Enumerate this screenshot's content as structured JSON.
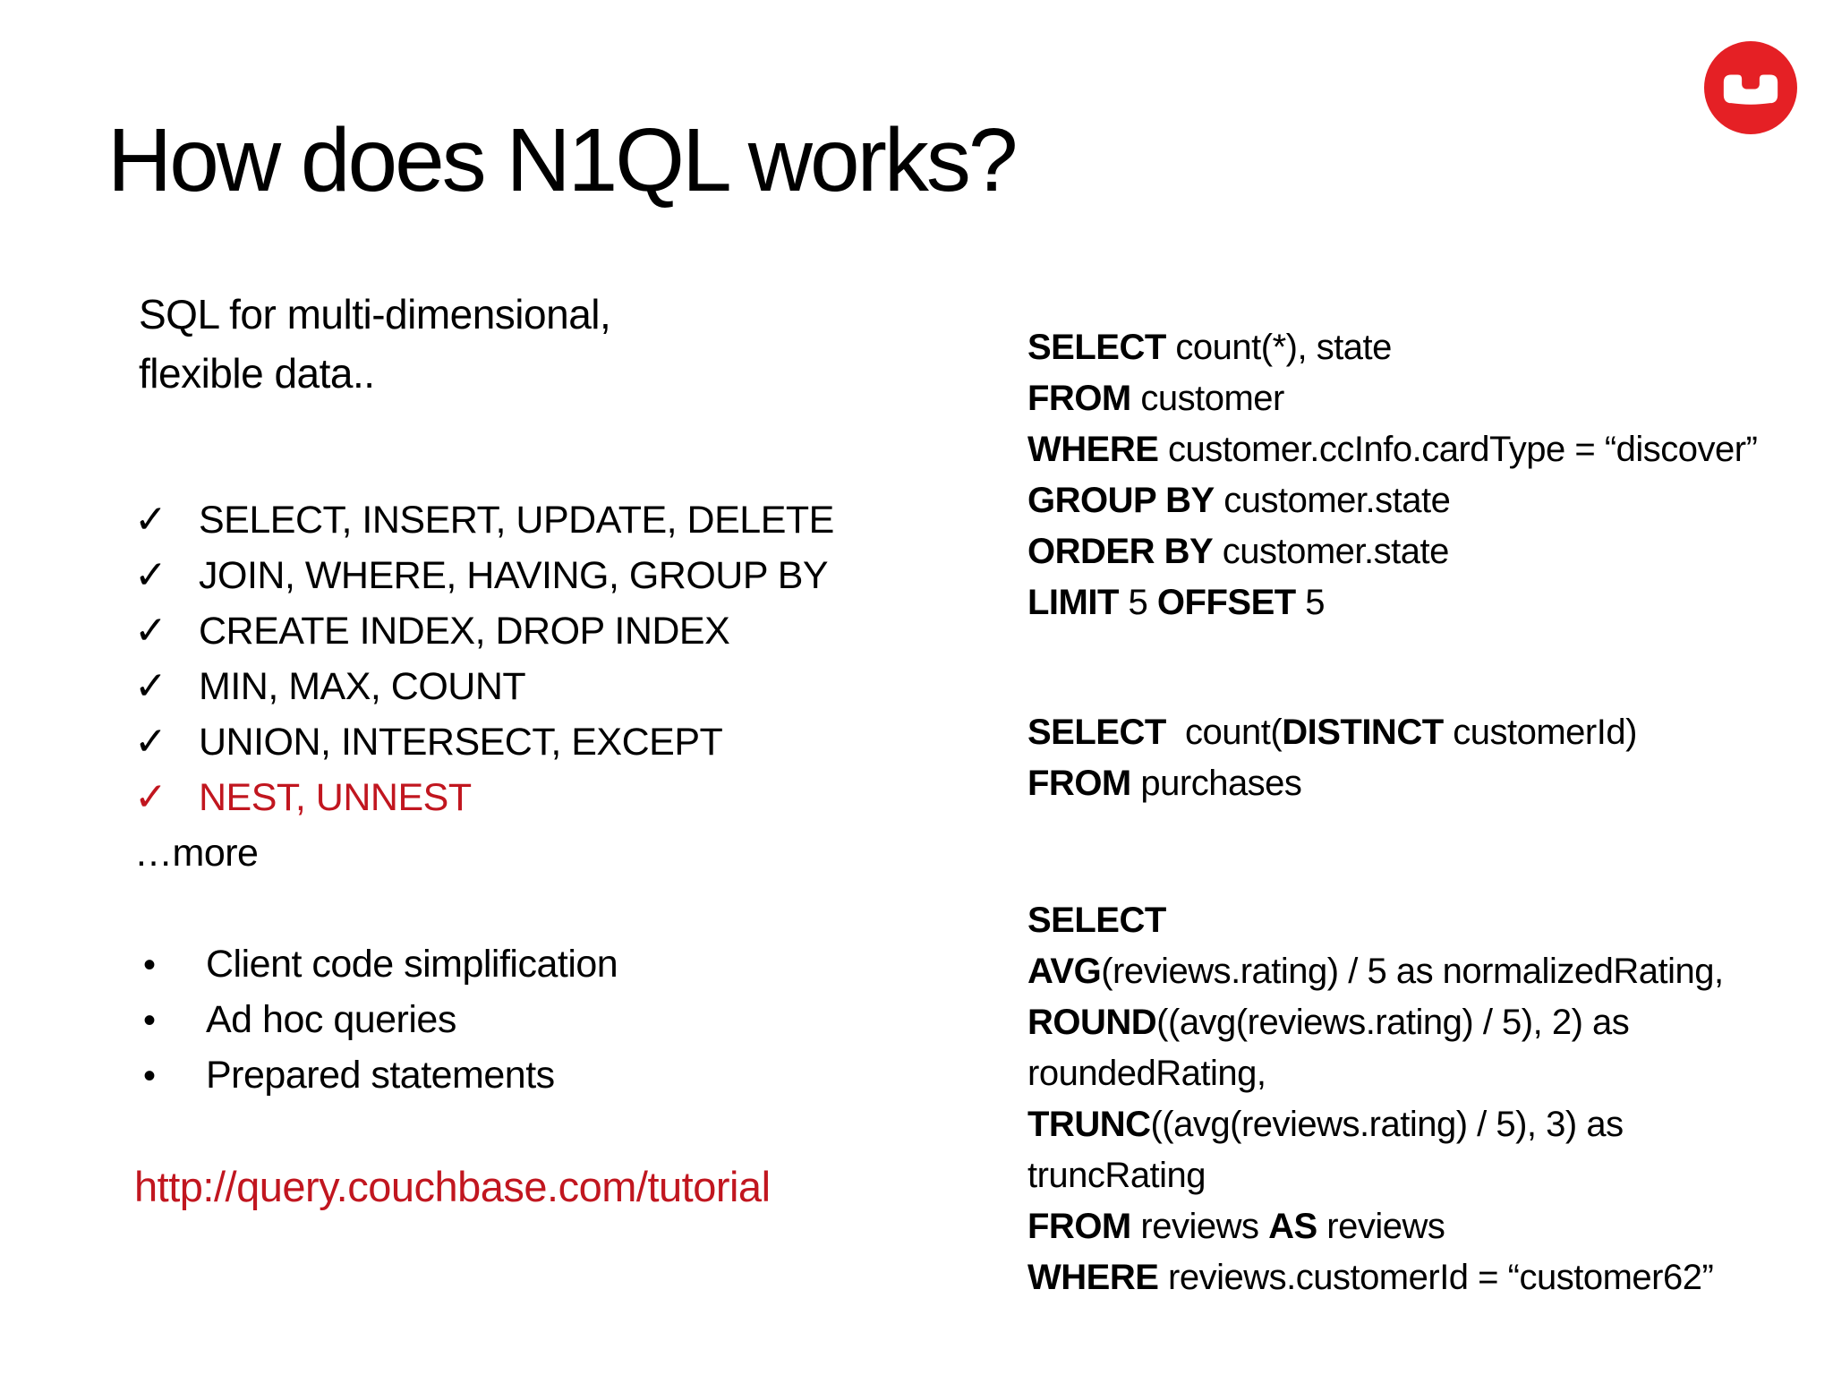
{
  "colors": {
    "background": "#ffffff",
    "ink": "#000000",
    "accent_red": "#C1161F",
    "logo_red": "#E52025"
  },
  "icons": {
    "logo": "couchbase-circle-logo",
    "check_glyph": "✓",
    "bullet_glyph": "•"
  },
  "title": "How does N1QL works?",
  "intro": {
    "line1": "SQL for multi-dimensional,",
    "line2": "flexible data.."
  },
  "checklist": {
    "items": [
      {
        "text": "SELECT, INSERT, UPDATE, DELETE",
        "highlight": false
      },
      {
        "text": "JOIN, WHERE, HAVING, GROUP BY",
        "highlight": false
      },
      {
        "text": "CREATE INDEX, DROP INDEX",
        "highlight": false
      },
      {
        "text": "MIN, MAX, COUNT",
        "highlight": false
      },
      {
        "text": "UNION, INTERSECT, EXCEPT",
        "highlight": false
      },
      {
        "text": "NEST, UNNEST",
        "highlight": true
      }
    ],
    "more": "…more"
  },
  "benefits": [
    "Client code simplification",
    "Ad hoc queries",
    "Prepared statements"
  ],
  "link": {
    "text": "http://query.couchbase.com/tutorial"
  },
  "code_blocks": [
    {
      "lines": [
        [
          {
            "t": "SELECT",
            "b": true
          },
          {
            "t": " count(*), state",
            "b": false
          }
        ],
        [
          {
            "t": "FROM",
            "b": true
          },
          {
            "t": " customer",
            "b": false
          }
        ],
        [
          {
            "t": "WHERE",
            "b": true
          },
          {
            "t": " customer.ccInfo.cardType = “discover”",
            "b": false
          }
        ],
        [
          {
            "t": "GROUP BY",
            "b": true
          },
          {
            "t": " customer.state",
            "b": false
          }
        ],
        [
          {
            "t": "ORDER BY",
            "b": true
          },
          {
            "t": " customer.state",
            "b": false
          }
        ],
        [
          {
            "t": "LIMIT",
            "b": true
          },
          {
            "t": " 5 ",
            "b": false
          },
          {
            "t": "OFFSET",
            "b": true
          },
          {
            "t": " 5",
            "b": false
          }
        ]
      ]
    },
    {
      "lines": [
        [
          {
            "t": "SELECT",
            "b": true
          },
          {
            "t": "  count(",
            "b": false
          },
          {
            "t": "DISTINCT",
            "b": true
          },
          {
            "t": " customerId)",
            "b": false
          }
        ],
        [
          {
            "t": "FROM",
            "b": true
          },
          {
            "t": " purchases",
            "b": false
          }
        ]
      ]
    },
    {
      "lines": [
        [
          {
            "t": "SELECT",
            "b": true
          }
        ],
        [
          {
            "t": "AVG",
            "b": true
          },
          {
            "t": "(reviews.rating) / 5 as normalizedRating,",
            "b": false
          }
        ],
        [
          {
            "t": "ROUND",
            "b": true
          },
          {
            "t": "((avg(reviews.rating) / 5), 2) as",
            "b": false
          }
        ],
        [
          {
            "t": "roundedRating,",
            "b": false
          }
        ],
        [
          {
            "t": "TRUNC",
            "b": true
          },
          {
            "t": "((avg(reviews.rating) / 5), 3) as",
            "b": false
          }
        ],
        [
          {
            "t": "truncRating",
            "b": false
          }
        ],
        [
          {
            "t": "FROM",
            "b": true
          },
          {
            "t": " reviews ",
            "b": false
          },
          {
            "t": "AS",
            "b": true
          },
          {
            "t": " reviews",
            "b": false
          }
        ],
        [
          {
            "t": "WHERE",
            "b": true
          },
          {
            "t": " reviews.customerId = “customer62”",
            "b": false
          }
        ]
      ]
    }
  ]
}
